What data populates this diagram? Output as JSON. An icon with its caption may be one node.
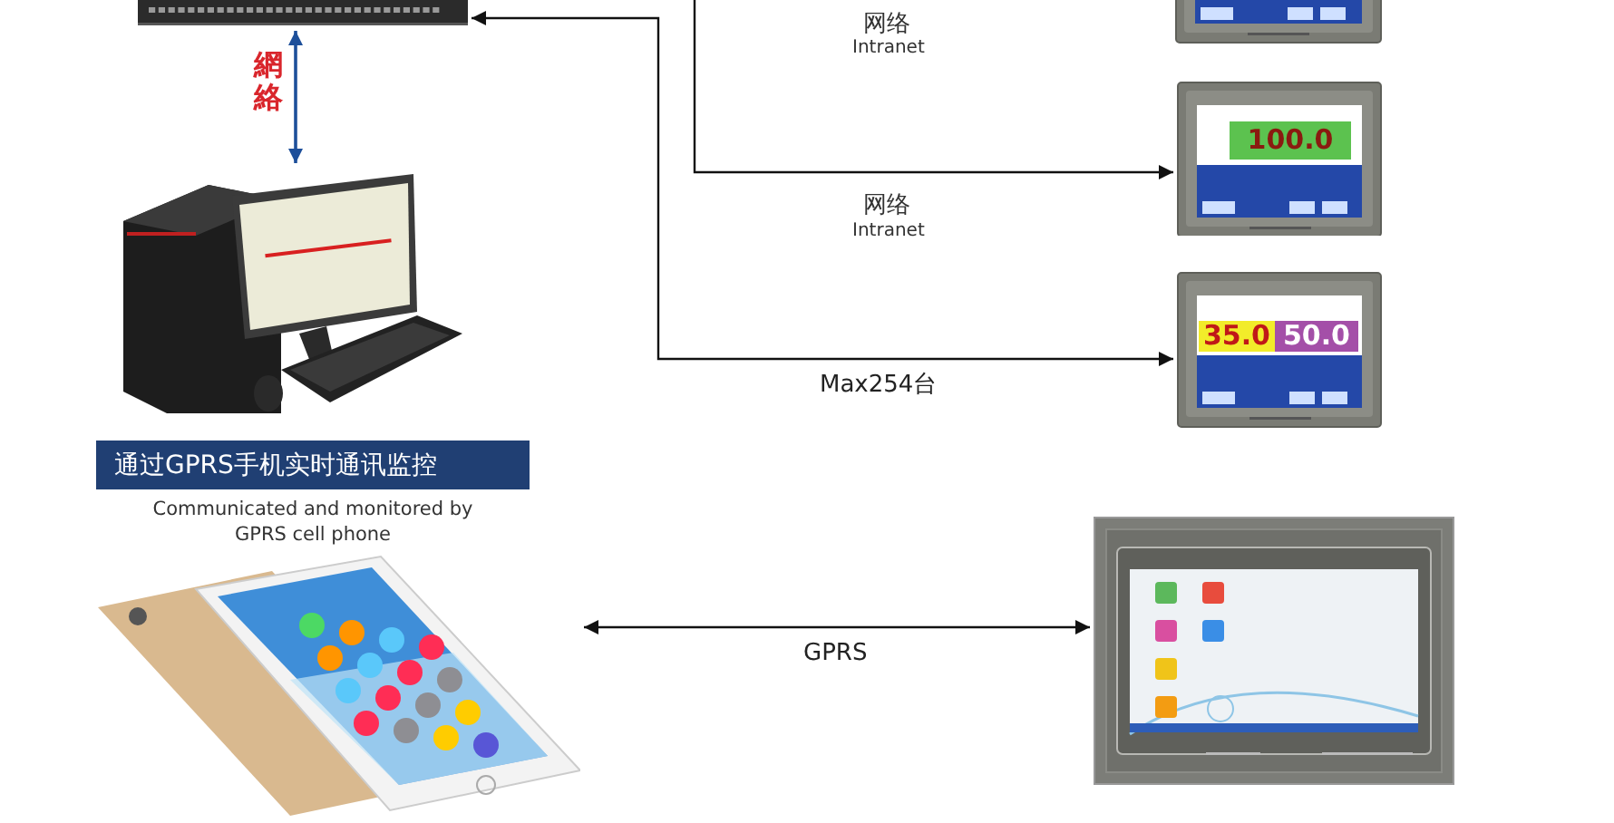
{
  "diagram": {
    "nodes": [
      {
        "text": [],
        "shape": "picture"
      },
      {
        "text": [],
        "shape": "picture"
      },
      {
        "text": [
          "通过GPRS手机实时通讯监控"
        ],
        "beside": [
          "Communicated and monitored by GPRS cell phone"
        ]
      },
      {
        "text": [],
        "shape": "picture"
      },
      {
        "text": [],
        "shape": "picture"
      },
      {
        "text": [
          "100.0"
        ]
      },
      {
        "text": [
          "35.0",
          "50.0"
        ]
      },
      {
        "text": [],
        "shape": "picture"
      }
    ],
    "edges": [
      {
        "from": 0,
        "to": 1,
        "arrow": "both",
        "label": "網絡",
        "color": "#1d4f9a"
      },
      {
        "from": 0,
        "to": 6,
        "arrow": "both",
        "label": "Max254台"
      },
      {
        "from": null,
        "to": 5,
        "arrow": "to"
      },
      {
        "from": 3,
        "to": 7,
        "arrow": "both",
        "label": "GPRS"
      }
    ],
    "labels": [
      "网络",
      "Intranet",
      "网络",
      "Intranet"
    ]
  }
}
